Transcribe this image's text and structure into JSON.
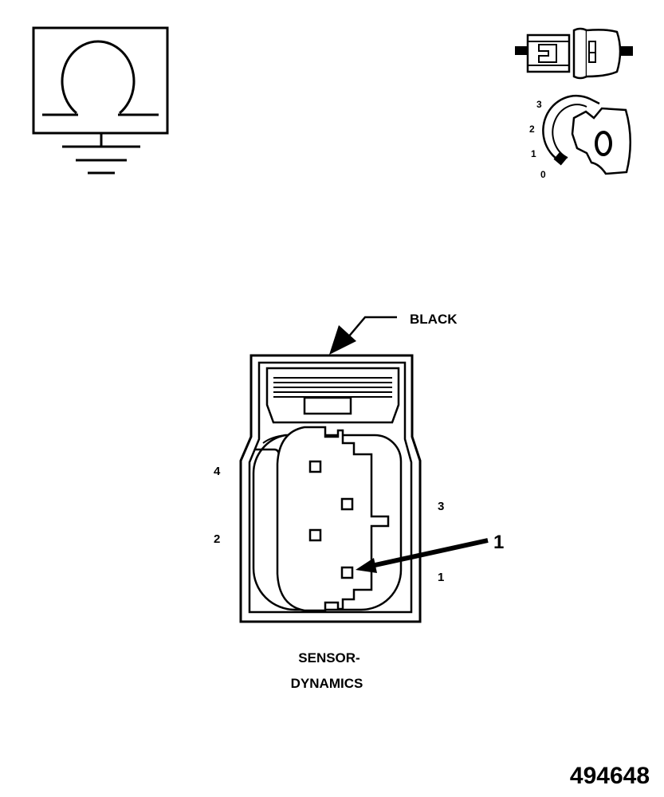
{
  "symbols": {
    "resistance_icon": "ohm-ground-icon",
    "connector_icon": "disconnected-connector-icon",
    "ignition_icon": "ignition-key-icon"
  },
  "ignition": {
    "positions": [
      "3",
      "2",
      "1",
      "0"
    ],
    "key_position": "0"
  },
  "connector": {
    "color_label": "BLACK",
    "pin_labels": {
      "pin4": "4",
      "pin2": "2",
      "pin3": "3",
      "pin1": "1"
    },
    "callout": "1",
    "name_line1": "SENSOR-",
    "name_line2": "DYNAMICS"
  },
  "figure_id": "494648"
}
